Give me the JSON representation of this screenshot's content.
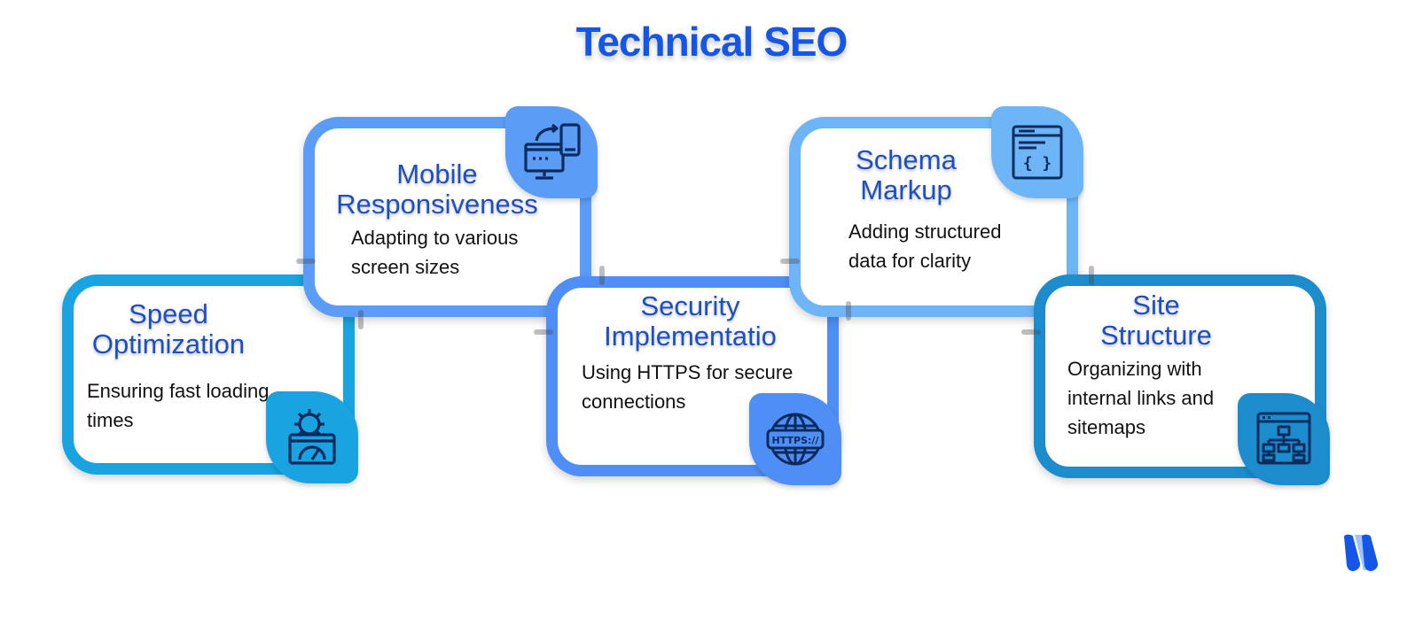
{
  "title": "Technical SEO",
  "colors": {
    "title": "#1656e6",
    "heading": "#1d4fc4",
    "speed": "#19a3e0",
    "mobile": "#5b9cf6",
    "security": "#4f8ef5",
    "schema": "#6db5f7",
    "site": "#1c8ccd",
    "icon": "#0b2b5c"
  },
  "cards": {
    "speed": {
      "title_line1": "Speed",
      "title_line2": "Optimization",
      "desc_line1": "Ensuring fast loading",
      "desc_line2": "times",
      "icon": "speedometer-gear-icon"
    },
    "mobile": {
      "title_line1": "Mobile",
      "title_line2": "Responsiveness",
      "desc_line1": "Adapting to various",
      "desc_line2": "screen sizes",
      "icon": "responsive-devices-icon"
    },
    "security": {
      "title_line1": "Security",
      "title_line2": "Implementatio",
      "desc_line1": "Using HTTPS for secure",
      "desc_line2": "connections",
      "icon": "https-globe-icon",
      "icon_text": "HTTPS://"
    },
    "schema": {
      "title_line1": "Schema",
      "title_line2": "Markup",
      "desc_line1": "Adding structured",
      "desc_line2": "data for clarity",
      "icon": "code-window-icon",
      "icon_text": "{ }"
    },
    "site": {
      "title_line1": "Site",
      "title_line2": "Structure",
      "desc_line1": "Organizing with",
      "desc_line2": "internal links and",
      "desc_line3": "sitemaps",
      "icon": "sitemap-window-icon"
    }
  },
  "logo": "brand-logo-icon"
}
